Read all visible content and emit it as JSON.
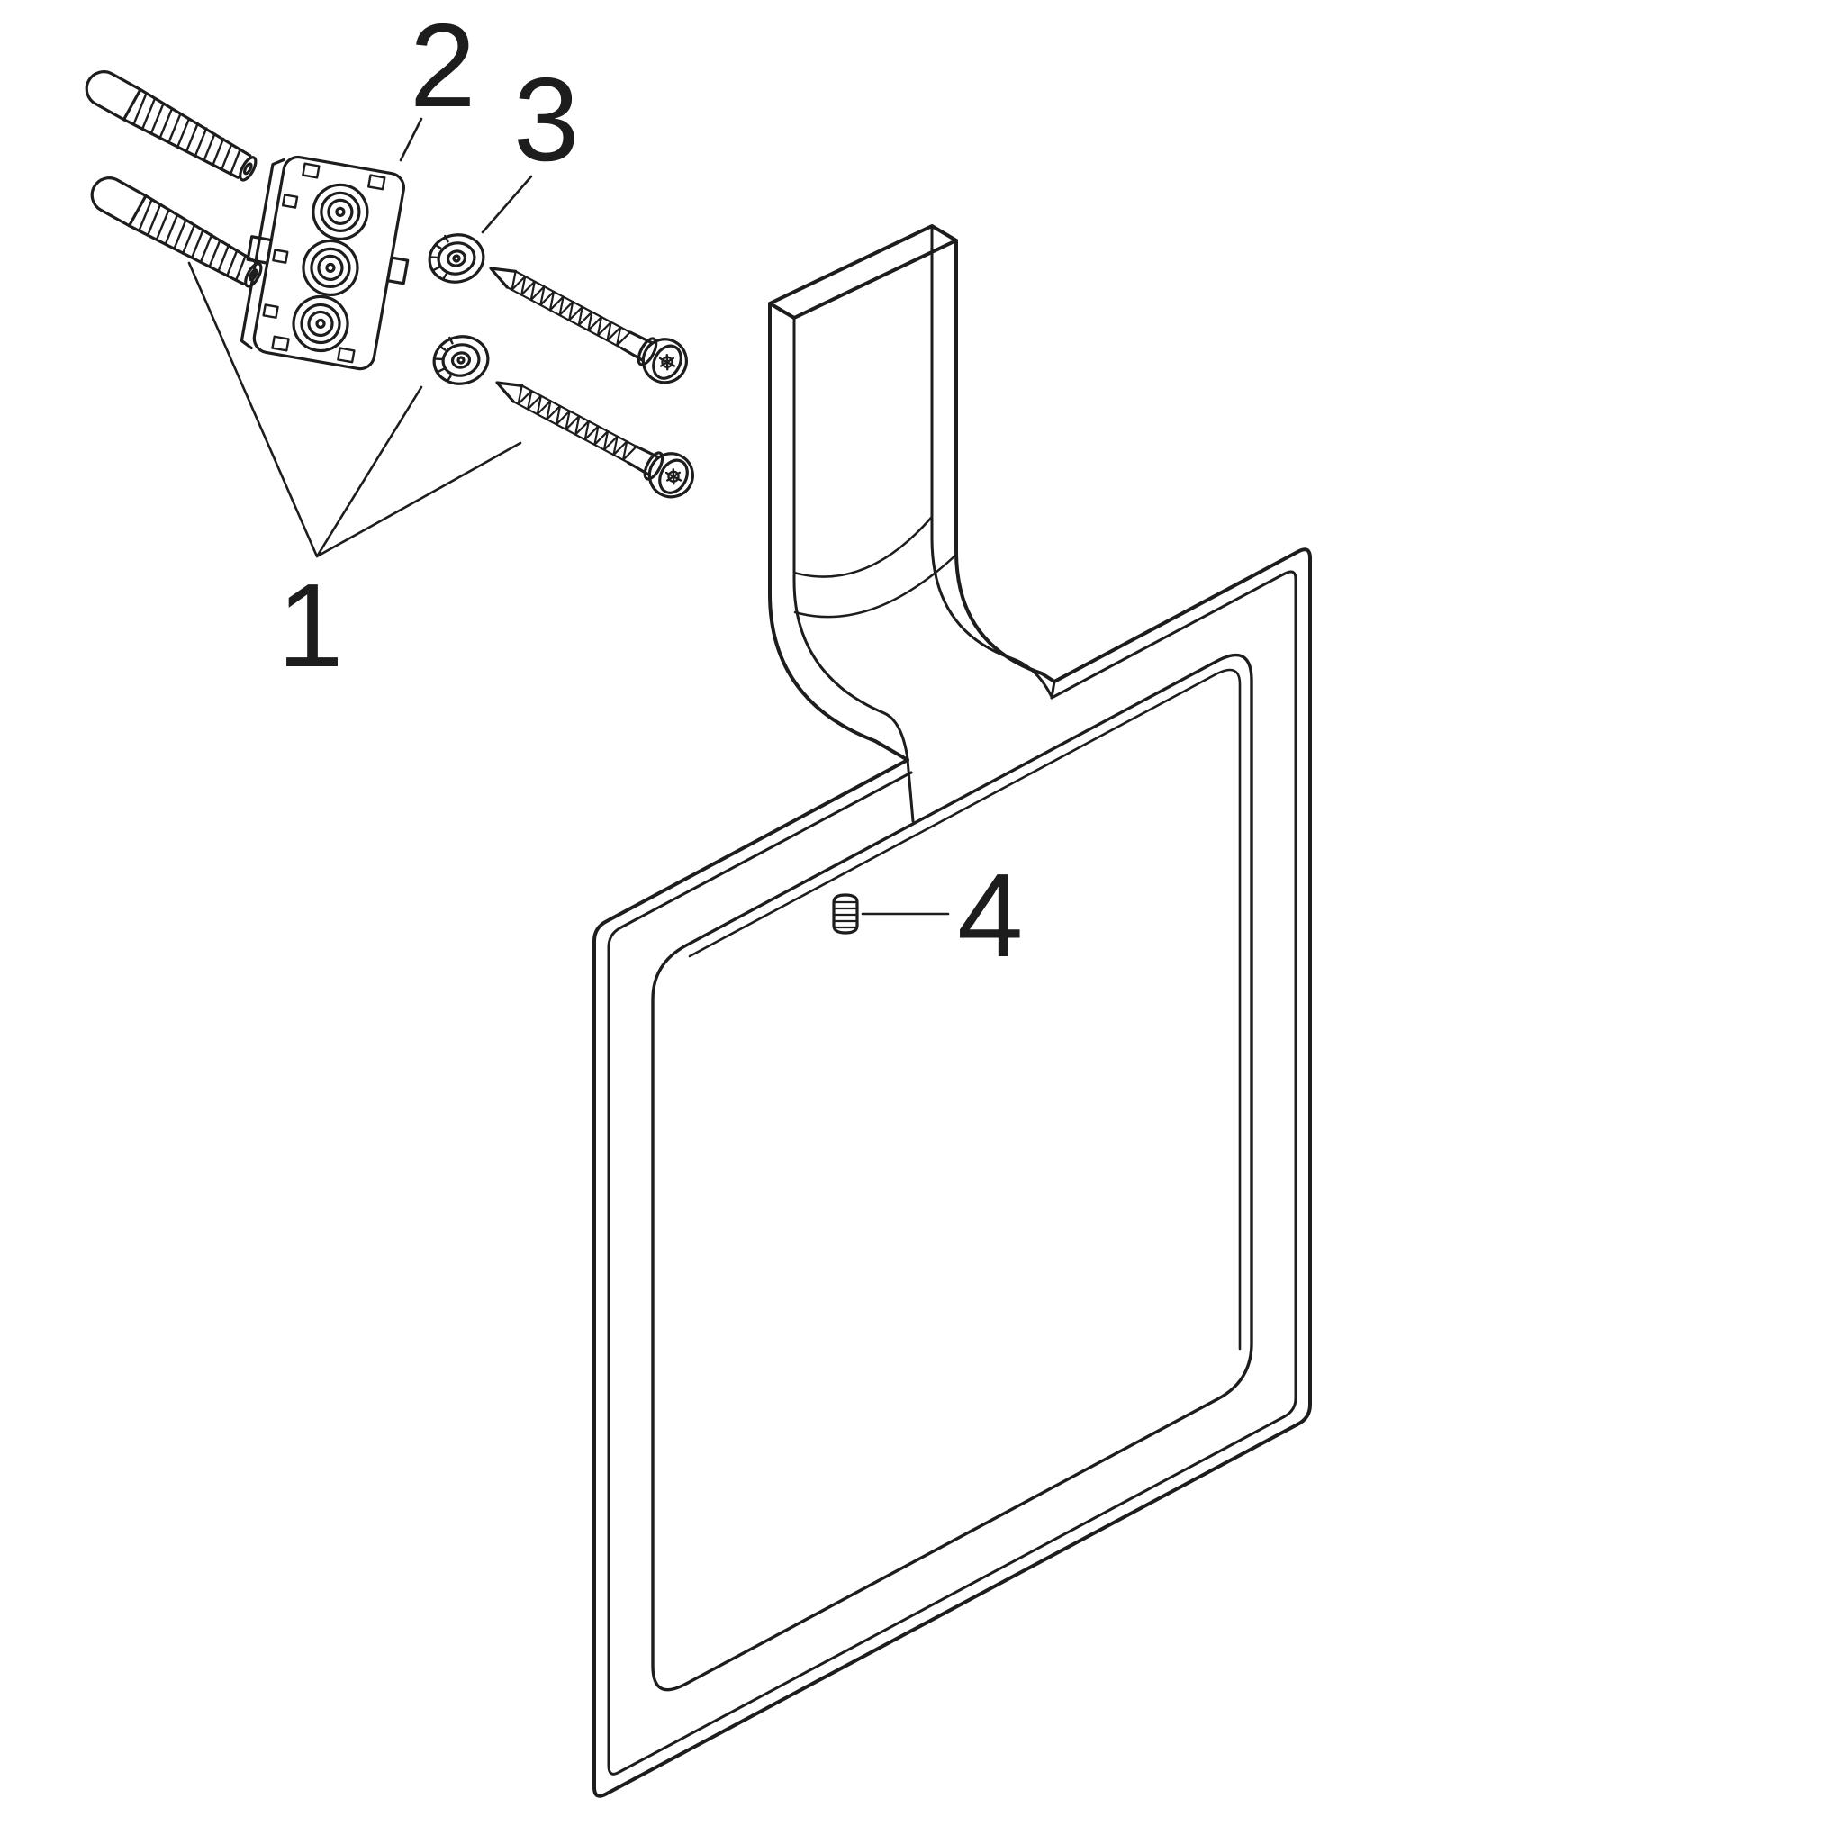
{
  "diagram": {
    "background_color": "#ffffff",
    "line_color": "#1d1d1d",
    "callouts": {
      "c1": {
        "label": "1"
      },
      "c2": {
        "label": "2"
      },
      "c3": {
        "label": "3"
      },
      "c4": {
        "label": "4"
      }
    }
  }
}
